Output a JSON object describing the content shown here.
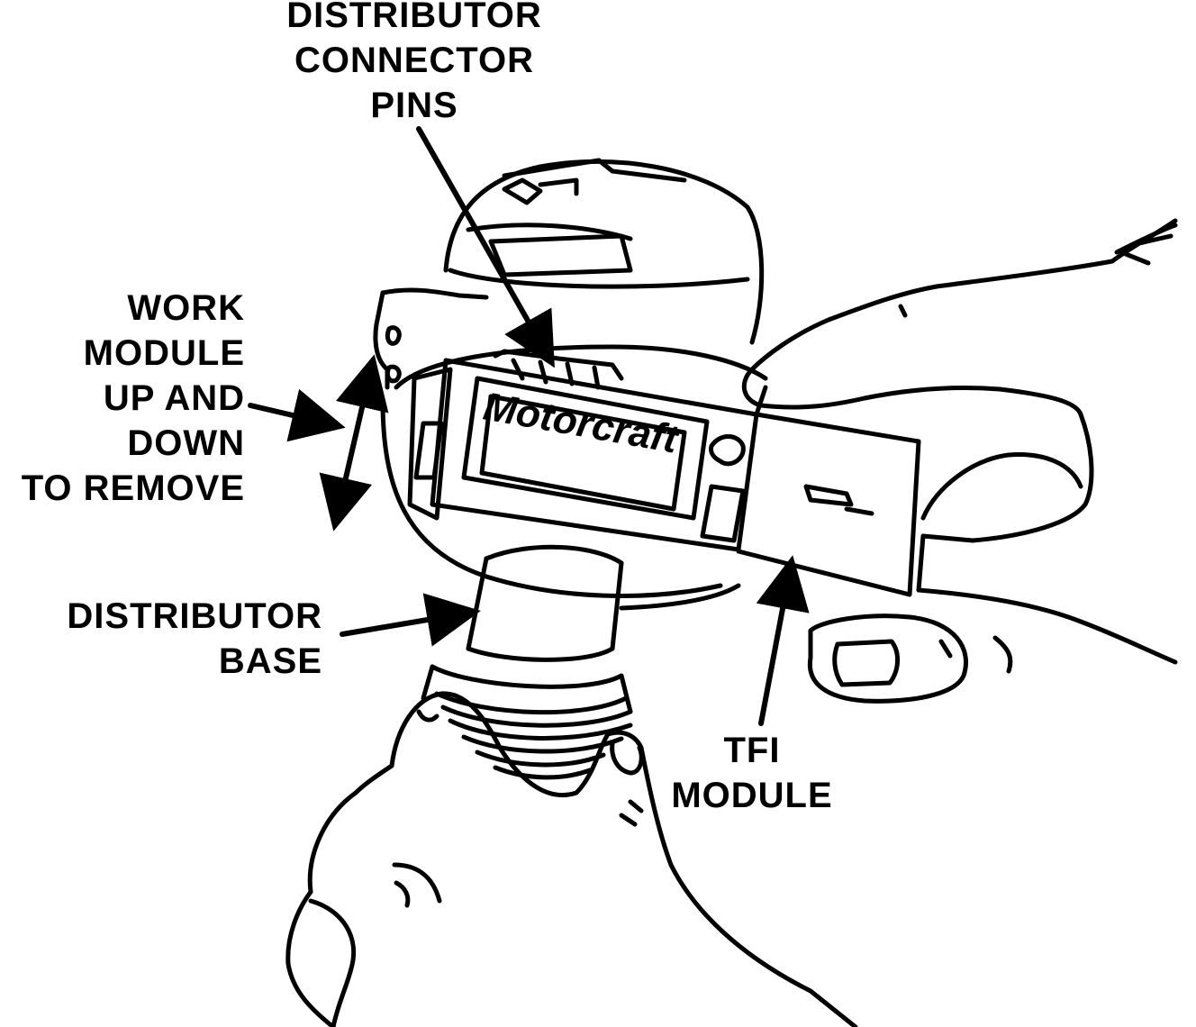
{
  "labels": {
    "distributor_connector_pins": [
      "DISTRIBUTOR",
      "CONNECTOR",
      "PINS"
    ],
    "work_module": [
      "WORK",
      "MODULE",
      "UP AND",
      "DOWN",
      "TO REMOVE"
    ],
    "distributor_base": [
      "DISTRIBUTOR",
      "BASE"
    ],
    "tfi_module": [
      "TFI",
      "MODULE"
    ]
  },
  "module_brand": "Motorcraft",
  "colors": {
    "ink": "#000000",
    "paper": "#ffffff"
  }
}
